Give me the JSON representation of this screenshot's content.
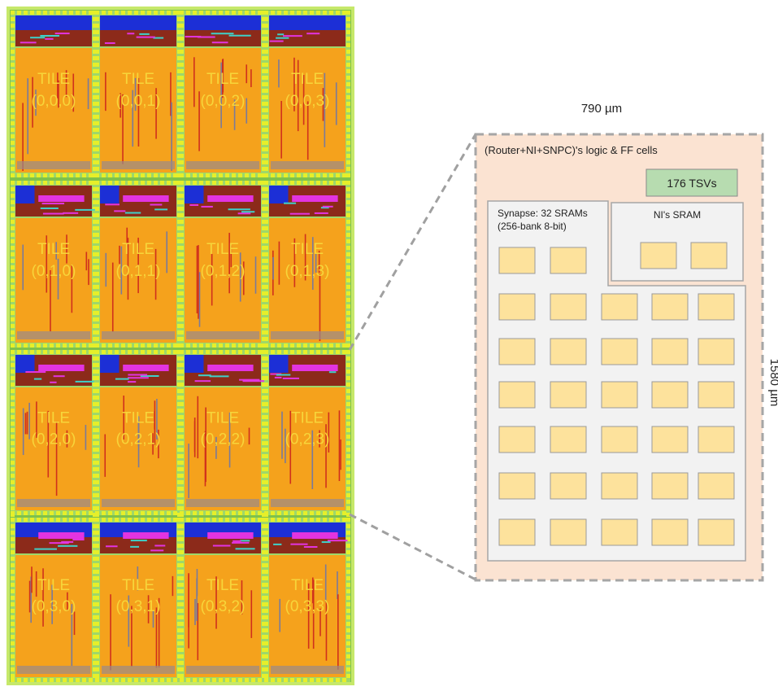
{
  "layout_tiles": [
    [
      "TILE",
      "(0,0,0)"
    ],
    [
      "TILE",
      "(0,0,1)"
    ],
    [
      "TILE",
      "(0,0,2)"
    ],
    [
      "TILE",
      "(0,0,3)"
    ],
    [
      "TILE",
      "(0,1,0)"
    ],
    [
      "TILE",
      "(0,1,1)"
    ],
    [
      "TILE",
      "(0,1,2)"
    ],
    [
      "TILE",
      "(0,1,3)"
    ],
    [
      "TILE",
      "(0,2,0)"
    ],
    [
      "TILE",
      "(0,2,1)"
    ],
    [
      "TILE",
      "(0,2,2)"
    ],
    [
      "TILE",
      "(0,2,3)"
    ],
    [
      "TILE",
      "(0,3,0)"
    ],
    [
      "TILE",
      "(0,3,1)"
    ],
    [
      "TILE",
      "(0,3,2)"
    ],
    [
      "TILE",
      "(0,3,3)"
    ]
  ],
  "zoom": {
    "width_label": "790 µm",
    "height_label": "1580 µm",
    "logic_label": "(Router+NI+SNPC)'s logic & FF cells",
    "tsv_label": "176 TSVs",
    "synapse_label_line1": "Synapse: 32 SRAMs",
    "synapse_label_line2": "(256-bank 8-bit)",
    "ni_sram_label": "NI's SRAM",
    "synapse_sram_count": 32,
    "ni_sram_count": 2
  },
  "colors": {
    "tile_fill": "#f5a21c",
    "tile_label": "#f7d53a",
    "blue_band": "#1c2fd6",
    "magenta": "#e234e0",
    "maroon": "#8c2a1a",
    "yellow_pad": "#e6ef2a",
    "green_pad": "#9ed86a",
    "dark_pad": "#2a5a3a",
    "zoom_bg": "#fbe3d2",
    "tsv_fill": "#b7dcb0",
    "sram_fill": "#fde29c",
    "panel_fill": "#f2f2f2"
  }
}
